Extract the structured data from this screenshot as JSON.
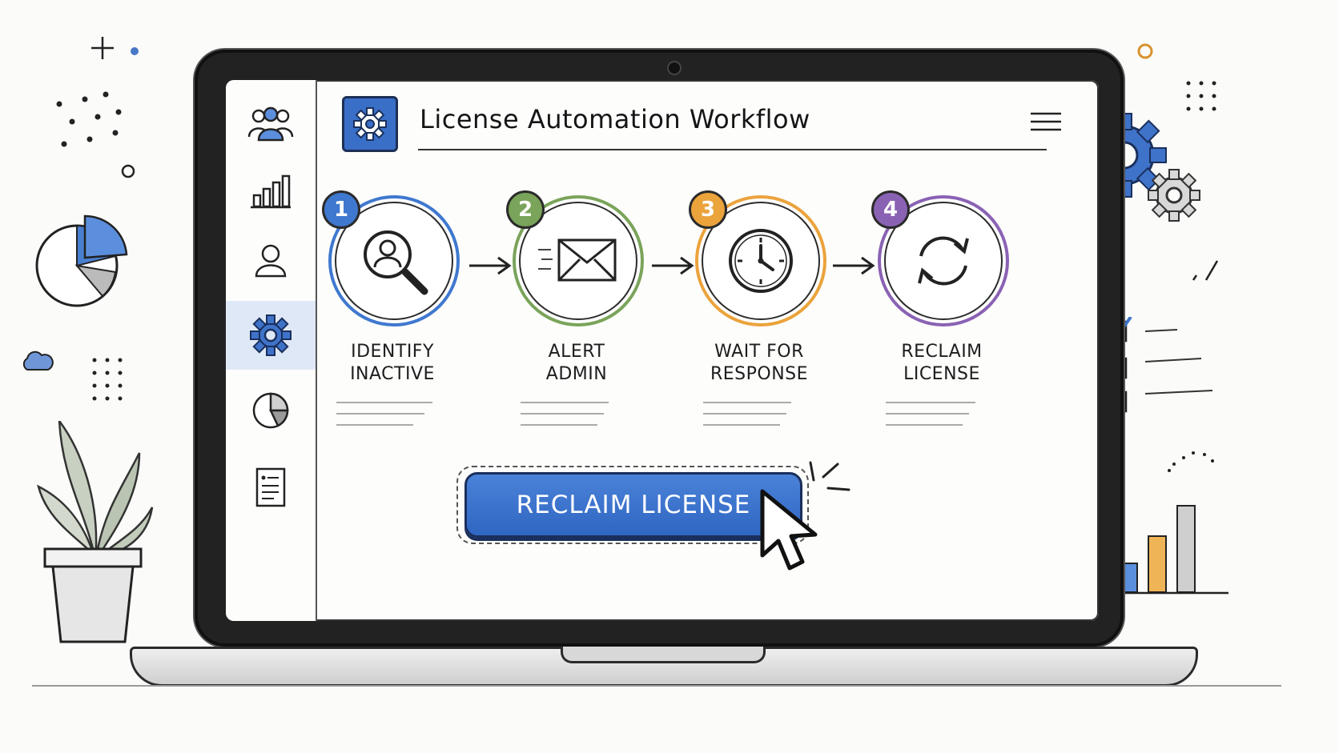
{
  "app": {
    "title": "License Automation Workflow"
  },
  "sidebar": {
    "items": [
      {
        "icon": "users-icon",
        "active": false
      },
      {
        "icon": "bar-chart-icon",
        "active": false
      },
      {
        "icon": "user-icon",
        "active": false
      },
      {
        "icon": "gear-icon",
        "active": true
      },
      {
        "icon": "pie-chart-icon",
        "active": false
      },
      {
        "icon": "document-icon",
        "active": false
      }
    ]
  },
  "workflow": {
    "steps": [
      {
        "number": "1",
        "line1": "IDENTIFY",
        "line2": "INACTIVE",
        "color": "#3f78cf",
        "icon": "user-search-icon"
      },
      {
        "number": "2",
        "line1": "ALERT",
        "line2": "ADMIN",
        "color": "#7aa45a",
        "icon": "envelope-icon"
      },
      {
        "number": "3",
        "line1": "WAIT FOR",
        "line2": "RESPONSE",
        "color": "#eba33c",
        "icon": "clock-icon"
      },
      {
        "number": "4",
        "line1": "RECLAIM",
        "line2": "LICENSE",
        "color": "#8a62b4",
        "icon": "refresh-icon"
      }
    ]
  },
  "actions": {
    "reclaim_label": "RECLAIM LICENSE"
  },
  "colors": {
    "accent": "#3a6fc8",
    "active_sidebar_bg": "#dfe8f6"
  }
}
